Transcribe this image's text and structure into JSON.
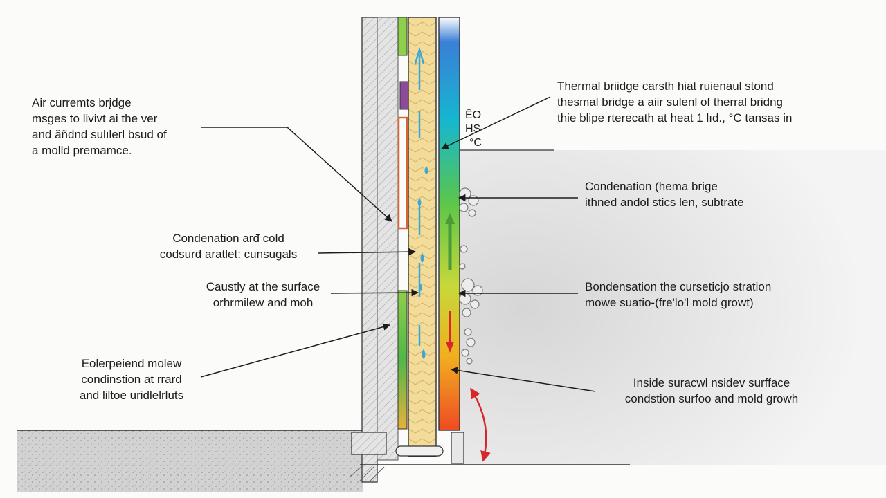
{
  "labels": {
    "air_currents": [
      "Air curremts brįdge",
      "msges to livivt ai the ver",
      "and ăñdnd sulılerl bsud of",
      "a molld premamce."
    ],
    "condensation_cold": [
      "Condenation arđ cold",
      "codsurd aratlet: cunsugals"
    ],
    "caustly_surface": [
      "Caustly at the surface",
      "orhrmilew and moh"
    ],
    "exterior_condensation": [
      "Eolerpeiend molew",
      "condinstion at rrard",
      "and liltoe uridlelrluts"
    ],
    "thermal_bridge": [
      "Thermal briidge carsth hiat ruienaul stond",
      "thesmal bridge a aiir sulenl of therral bridng",
      "thie blipe rterecath at heat 1 lıd., °C tansas in"
    ],
    "condensation_thermal": [
      "Condenation (hema brige",
      "ithned andol stics len, subtrate"
    ],
    "bondensation": [
      "Bondensation the curseticjo stration",
      "mowe suatio-(fre'lo'l mold growt)"
    ],
    "inside_surface": [
      "Inside suracwl nsidev surfface",
      "condstion surfoo and mold growh"
    ],
    "temp_marks": [
      "ÊO",
      "HS",
      "°C"
    ]
  },
  "colors": {
    "ink": "#1c1c1c",
    "insulation": "#f3dc9a",
    "water": "#3aa7d6",
    "arrow_red": "#d8262b",
    "arrow_green": "#4b9a3a",
    "mold": "#8a8a8a",
    "gradient": [
      "#3a7fd6",
      "#15b7d0",
      "#5cc64a",
      "#c7d83a",
      "#f0b020",
      "#ee6422"
    ]
  },
  "icons": [
    "water-drop-icon",
    "mold-cluster-icon",
    "airflow-arrow-icon"
  ]
}
